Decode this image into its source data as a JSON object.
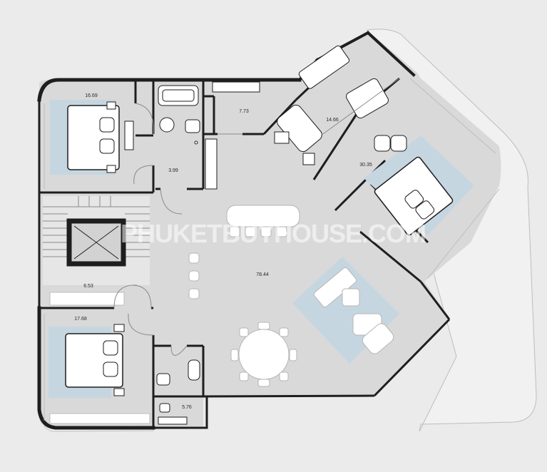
{
  "plan": {
    "watermark": "PHUKETBUYHOUSE.COM",
    "rooms": [
      {
        "id": "bedroom-1",
        "area": "16.69"
      },
      {
        "id": "bathroom-1",
        "area": "3.99"
      },
      {
        "id": "bathroom-2",
        "area": "7.73"
      },
      {
        "id": "bathroom-3",
        "area": "14.66"
      },
      {
        "id": "master-bedroom",
        "area": "30.35"
      },
      {
        "id": "stair-hall",
        "area": "6.53"
      },
      {
        "id": "living-dining",
        "area": "78.44"
      },
      {
        "id": "bedroom-2",
        "area": "17.68"
      },
      {
        "id": "bathroom-4",
        "area": "5.76"
      }
    ]
  },
  "colors": {
    "background": "#ebebeb",
    "floor": "#d9d9d9",
    "wall": "#1e1e1e",
    "furniture": "#ffffff",
    "rug": "#c6d6e0",
    "terrace": "#f2f2f2"
  }
}
